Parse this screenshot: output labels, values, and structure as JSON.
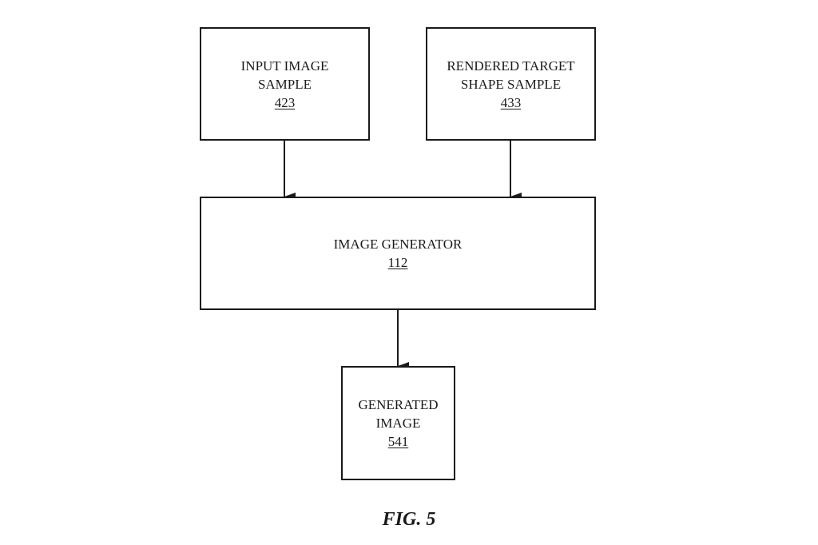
{
  "diagram": {
    "nodes": [
      {
        "id": "input-image-sample",
        "lines": [
          "INPUT IMAGE",
          "SAMPLE"
        ],
        "ref": "423"
      },
      {
        "id": "rendered-target-shape-sample",
        "lines": [
          "RENDERED TARGET",
          "SHAPE SAMPLE"
        ],
        "ref": "433"
      },
      {
        "id": "image-generator",
        "lines": [
          "IMAGE GENERATOR"
        ],
        "ref": "112"
      },
      {
        "id": "generated-image",
        "lines": [
          "GENERATED",
          "IMAGE"
        ],
        "ref": "541"
      }
    ],
    "edges": [
      {
        "from": "input-image-sample",
        "to": "image-generator"
      },
      {
        "from": "rendered-target-shape-sample",
        "to": "image-generator"
      },
      {
        "from": "image-generator",
        "to": "generated-image"
      }
    ],
    "caption": "FIG. 5"
  }
}
